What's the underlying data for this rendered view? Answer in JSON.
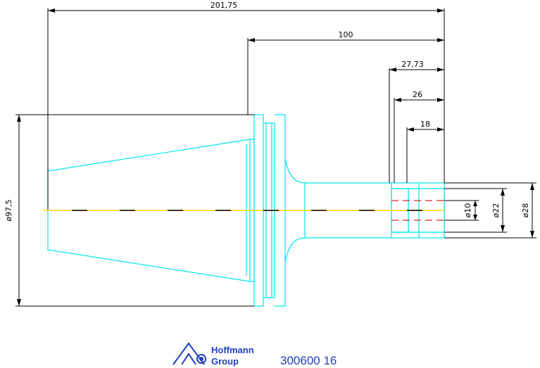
{
  "drawing": {
    "dimensions": {
      "overall_length": "201,75",
      "length_100": "100",
      "length_27_73": "27,73",
      "length_26": "26",
      "length_18": "18",
      "diameter_97_5": "ø97,5",
      "diameter_10": "ø10",
      "diameter_22": "ø22",
      "diameter_28": "ø28"
    },
    "colors": {
      "outline": "#00e5ee",
      "centerline": "#ffd400",
      "hidden_lines": "#e02020",
      "dimension": "#000000",
      "brand": "#1f3fbf"
    }
  },
  "logo": {
    "line1": "Hoffmann",
    "line2": "Group",
    "icon": "hoffmann-logo-icon"
  },
  "part_number": "300600 16"
}
